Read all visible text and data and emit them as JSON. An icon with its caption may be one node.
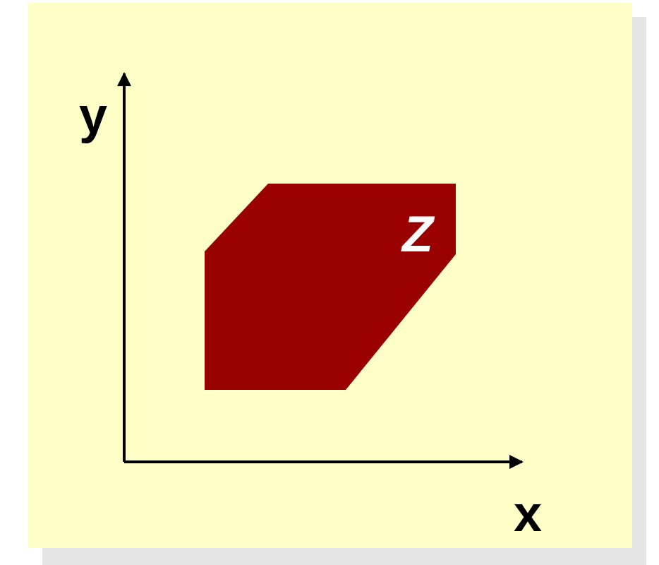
{
  "diagram": {
    "nodes": [
      {
        "text": [
          "Z"
        ]
      }
    ],
    "labels": [
      "y",
      "x"
    ]
  }
}
